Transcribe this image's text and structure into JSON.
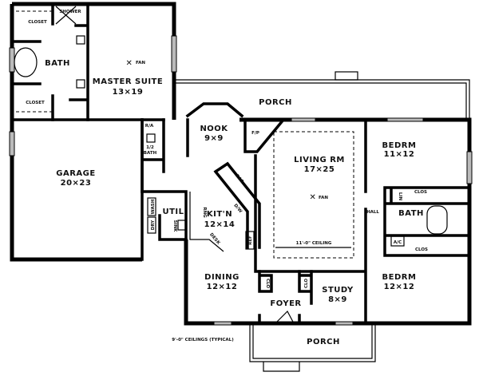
{
  "plan": {
    "master_suite": {
      "name": "MASTER SUITE",
      "size": "13×19",
      "fan": "FAN"
    },
    "master_bath": {
      "name": "BATH",
      "closet_top": "CLOSET",
      "closet_bottom": "CLOSET",
      "shower": "SHOWER"
    },
    "porch_rear": {
      "name": "PORCH"
    },
    "nook": {
      "name": "NOOK",
      "size": "9×9"
    },
    "fireplace": {
      "name": "F/P"
    },
    "living": {
      "name": "LIVING RM",
      "size": "17×25",
      "fan": "FAN",
      "ceiling": "11'-0\" CEILING"
    },
    "bedroom_1": {
      "name": "BEDRM",
      "size": "11×12"
    },
    "bedroom_2": {
      "name": "BEDRM",
      "size": "12×12"
    },
    "hall_bath": {
      "name": "BATH",
      "lin": "LIN",
      "clos_top": "CLOS",
      "clos_bottom": "CLOS",
      "ac": "A/C",
      "hall": "HALL"
    },
    "half_bath": {
      "ra": "R/A",
      "name_line1": "1/2",
      "name_line2": "BATH"
    },
    "garage": {
      "name": "GARAGE",
      "size": "20×23"
    },
    "utility": {
      "name": "UTIL",
      "wash": "WASH",
      "dry": "DRY",
      "sink": "SINK"
    },
    "kitchen": {
      "name": "KIT'N",
      "size": "12×14",
      "bar": "BAR",
      "dw": "D/W",
      "rng": "RNG",
      "ref": "REF",
      "desk": "DESK"
    },
    "dining": {
      "name": "DINING",
      "size": "12×12",
      "clo": "CLO"
    },
    "study": {
      "name": "STUDY",
      "size": "8×9",
      "clo": "CLO"
    },
    "foyer": {
      "name": "FOYER"
    },
    "porch_front": {
      "name": "PORCH"
    },
    "note": "9'-0\" CEILINGS (TYPICAL)"
  }
}
